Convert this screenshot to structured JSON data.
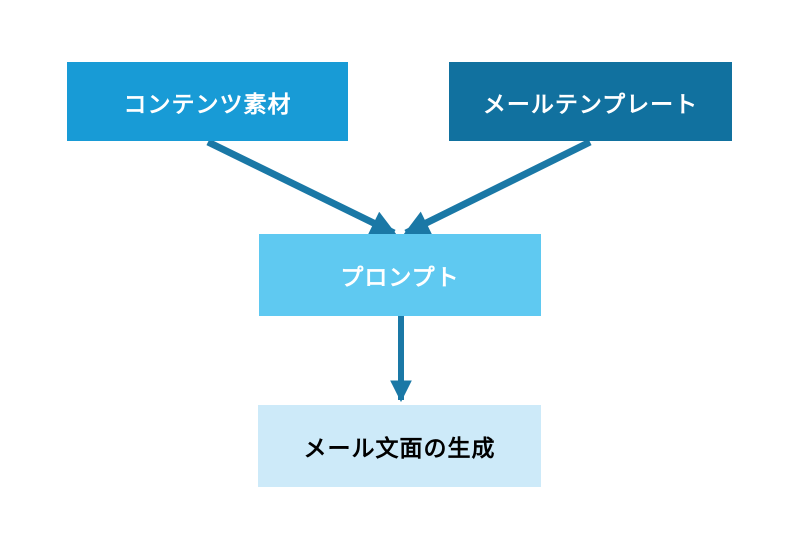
{
  "diagram": {
    "background_color": "#ffffff",
    "arrow_color": "#1A78A6",
    "nodes": [
      {
        "id": "content-material",
        "label": "コンテンツ素材",
        "bg": "#189BD6",
        "text_color": "#ffffff"
      },
      {
        "id": "mail-template",
        "label": "メールテンプレート",
        "bg": "#11719F",
        "text_color": "#ffffff"
      },
      {
        "id": "prompt",
        "label": "プロンプト",
        "bg": "#5FC9F1",
        "text_color": "#ffffff"
      },
      {
        "id": "mail-generation",
        "label": "メール文面の生成",
        "bg": "#CDEAF9",
        "text_color": "#000000"
      }
    ],
    "edges": [
      {
        "from": "content-material",
        "to": "prompt"
      },
      {
        "from": "mail-template",
        "to": "prompt"
      },
      {
        "from": "prompt",
        "to": "mail-generation"
      }
    ]
  }
}
